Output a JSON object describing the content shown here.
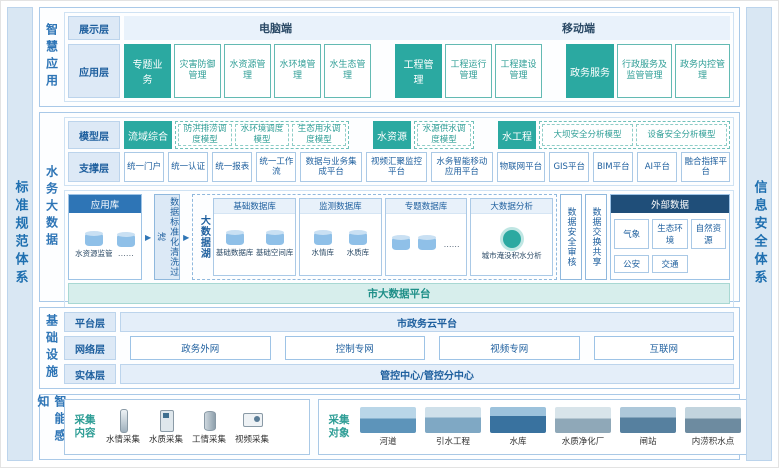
{
  "pillars": {
    "left": "标准规范体系",
    "right": "信息安全体系"
  },
  "icons": {
    "arrow_right": "▶",
    "dots": "……"
  },
  "smart_app": {
    "section_label": "智慧应用",
    "display_layer": {
      "label": "展示层",
      "pc": "电脑端",
      "mobile": "移动端"
    },
    "app_layer": {
      "label": "应用层",
      "groups": [
        {
          "head": "专题业务",
          "items": [
            "灾害防御管理",
            "水资源管理",
            "水环境管理",
            "水生态管理"
          ]
        },
        {
          "head": "工程管理",
          "items": [
            "工程运行管理",
            "工程建设管理"
          ]
        },
        {
          "head": "政务服务",
          "items": [
            "行政服务及监管管理",
            "政务内控管理"
          ]
        }
      ]
    }
  },
  "big_data": {
    "section_label": "水务大数据",
    "model_layer": {
      "label": "模型层",
      "groups": [
        {
          "head": "流域综合",
          "items": [
            "防洪排涝调度模型",
            "水环境调度模型",
            "生态用水调度模型"
          ]
        },
        {
          "head": "水资源",
          "items": [
            "水源供水调度模型"
          ]
        },
        {
          "head": "水工程",
          "items": [
            "大坝安全分析模型",
            "设备安全分析模型"
          ]
        }
      ]
    },
    "support_layer": {
      "label": "支撑层",
      "items": [
        "统一门户",
        "统一认证",
        "统一报表",
        "统一工作流",
        "数据与业务集成平台",
        "视频汇聚监控平台",
        "水务智能移动应用平台",
        "物联网平台",
        "GIS平台",
        "BIM平台",
        "AI平台",
        "融合指挥平台"
      ]
    },
    "data_flow": {
      "app_db": {
        "title": "应用库",
        "cylinder_label": "水资源监管"
      },
      "filter": "数据标准化清洗过滤",
      "lake": {
        "title": "大数据湖",
        "groups": [
          {
            "title": "基础数据库",
            "cylinders": [
              "基础数据库",
              "基础空间库"
            ]
          },
          {
            "title": "监测数据库",
            "cylinders": [
              "水情库",
              "水质库"
            ]
          },
          {
            "title": "专题数据库",
            "cylinders": [
              "",
              ""
            ]
          },
          {
            "title": "大数据分析",
            "caption": "城市淹没积水分析"
          }
        ]
      },
      "audit": "数据安全审核",
      "exchange": "数据交换共享",
      "external": {
        "title": "外部数据",
        "items": [
          "气象",
          "生态环境",
          "自然资源",
          "公安",
          "交通"
        ]
      }
    },
    "platform_bar": "市大数据平台"
  },
  "infrastructure": {
    "section_label": "基础设施",
    "platform_layer": {
      "label": "平台层",
      "value": "市政务云平台"
    },
    "network_layer": {
      "label": "网络层",
      "items": [
        "政务外网",
        "控制专网",
        "视频专网",
        "互联网"
      ]
    },
    "entity_layer": {
      "label": "实体层",
      "value": "管控中心/管控分中心"
    }
  },
  "perception": {
    "section_label": "智能感知",
    "content": {
      "label": "采集内容",
      "items": [
        "水情采集",
        "水质采集",
        "工情采集",
        "视频采集"
      ]
    },
    "objects": {
      "label": "采集对象",
      "items": [
        "河道",
        "引水工程",
        "水库",
        "水质净化厂",
        "闸站",
        "内涝积水点"
      ]
    }
  }
}
